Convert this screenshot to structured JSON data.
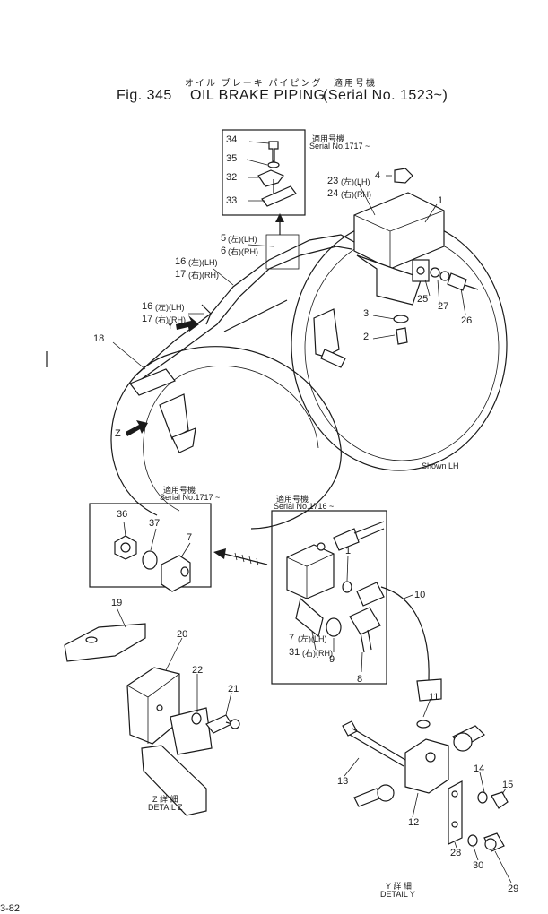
{
  "header": {
    "jp_title": "オイル ブレーキ パイピング",
    "jp_applicable": "適用号機",
    "fig_label": "Fig. 345",
    "title": "OIL BRAKE PIPING",
    "serial_range": "(Serial No. 1523~)"
  },
  "insets": {
    "top_jp": "適用号機",
    "top_serial": "Serial No.1717 ~",
    "left_jp": "適用号機",
    "left_serial": "Serial No.1717 ~",
    "right_jp": "適用号機",
    "right_serial": "Serial No.1716 ~"
  },
  "labels": {
    "shown": "Shown LH",
    "detail_z_jp": "Z 詳 細",
    "detail_z": "DETAIL Z",
    "detail_y_jp": "Y 詳 細",
    "detail_y": "DETAIL Y",
    "view_y": "Y",
    "view_z": "Z",
    "page": "3-82"
  },
  "callouts": {
    "c1": "1",
    "c2": "2",
    "c3": "3",
    "c4": "4",
    "c5": "5",
    "c5s": "(左)(LH)",
    "c6": "6",
    "c6s": "(右)(RH)",
    "c7": "7",
    "c7b": "7",
    "c7bs": "(左)(LH)",
    "c8": "8",
    "c9": "9",
    "c10": "10",
    "c11": "11",
    "c12": "12",
    "c13": "13",
    "c14": "14",
    "c15": "15",
    "c16a": "16",
    "c16as": "(左)(LH)",
    "c16b": "16",
    "c16bs": "(左)(LH)",
    "c17a": "17",
    "c17as": "(右)(RH)",
    "c17b": "17",
    "c17bs": "(右)(RH)",
    "c18": "18",
    "c19": "19",
    "c20": "20",
    "c21": "21",
    "c22": "22",
    "c23": "23",
    "c23s": "(左)(LH)",
    "c24": "24",
    "c24s": "(右)(RH)",
    "c25": "25",
    "c26": "26",
    "c27": "27",
    "c28": "28",
    "c29": "29",
    "c30": "30",
    "c31": "31",
    "c31s": "(右)(RH)",
    "c32": "32",
    "c33": "33",
    "c34": "34",
    "c35": "35",
    "c36": "36",
    "c37": "37"
  }
}
